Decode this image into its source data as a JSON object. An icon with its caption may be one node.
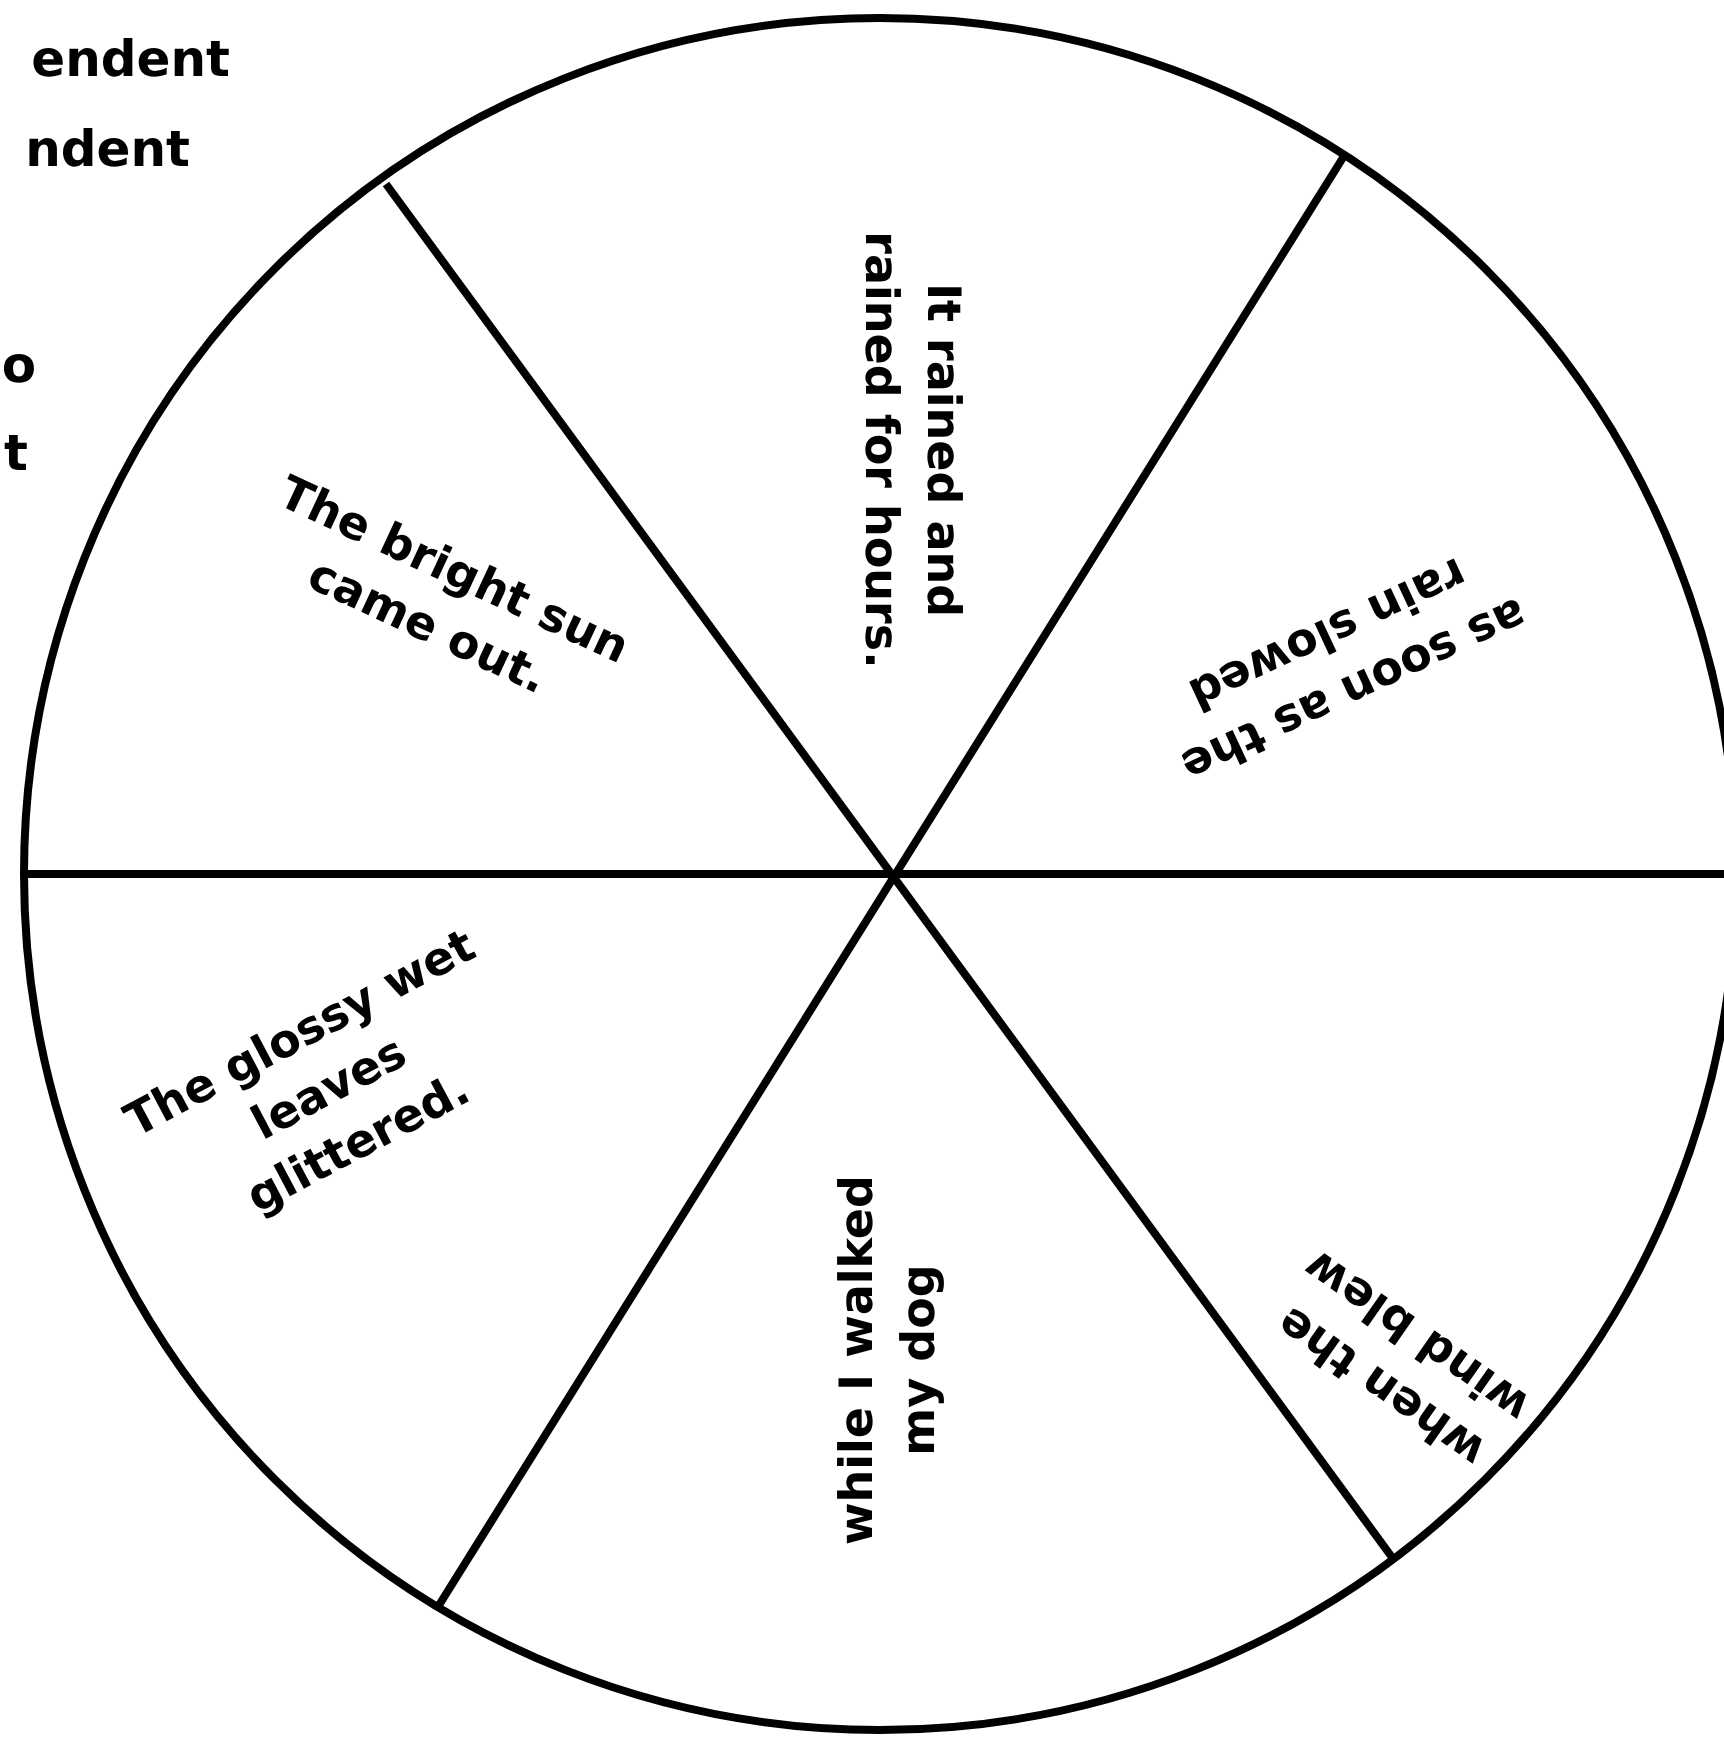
{
  "diagram": {
    "nodes": [
      {
        "text": [
          "It rained and rained for hours."
        ]
      },
      {
        "text": [
          "as soon as the rain slowed"
        ]
      },
      {
        "text": [
          "when the wind blew"
        ]
      },
      {
        "text": [
          "while I walked my dog"
        ]
      },
      {
        "text": [
          "The glossy wet leaves glittered."
        ]
      },
      {
        "text": [
          "The bright sun came out."
        ]
      }
    ],
    "labels": [
      "endent",
      "ndent",
      "o",
      "t"
    ]
  }
}
